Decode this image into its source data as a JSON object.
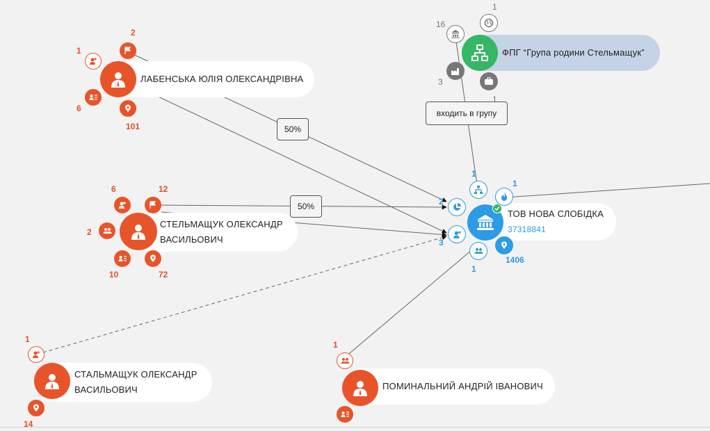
{
  "colors": {
    "person": "#e8542a",
    "company": "#2d9be5",
    "group": "#35b765",
    "gray_badge": "#777777",
    "edge": "#666666",
    "background": "#f2f2f2"
  },
  "nodes": {
    "labenska": {
      "name": "ЛАБЕНСЬКА ЮЛІЯ ОЛЕКСАНДРІВНА",
      "counts": {
        "person_add": "1",
        "flag": "2",
        "details": "6",
        "location": "101"
      },
      "icon": "person-icon"
    },
    "stelmashchuk_main": {
      "name_line1": "СТЕЛЬМАЩУК ОЛЕКСАНДР",
      "name_line2": "ВАСИЛЬОВИЧ",
      "counts": {
        "person_add": "6",
        "flag": "12",
        "relations": "2",
        "details": "10",
        "location": "72"
      },
      "icon": "person-icon"
    },
    "stalmashchuk": {
      "name_line1": "СТАЛЬМАЩУК ОЛЕКСАНДР",
      "name_line2": "ВАСИЛЬОВИЧ",
      "counts": {
        "person_add": "1",
        "location": "14"
      },
      "icon": "person-icon"
    },
    "pominalnyi": {
      "name": "ПОМИНАЛЬНИЙ АНДРІЙ ІВАНОВИЧ",
      "counts": {
        "relations": "1"
      },
      "icon": "person-icon"
    },
    "company": {
      "name": "ТОВ НОВА СЛОБІДКА",
      "code": "37318841",
      "counts": {
        "structure": "1",
        "fire": "1",
        "share_left": "2",
        "person_add": "3",
        "relations": "1",
        "location": "1406"
      },
      "icon": "bank-icon"
    },
    "group": {
      "name": "ФПГ “Група родини Стельмащук”",
      "counts": {
        "bank": "16",
        "globe": "1",
        "factory": "3",
        "briefcase": "1"
      },
      "icon": "hierarchy-icon"
    }
  },
  "edges": {
    "labenska_share": "50%",
    "stelmashchuk_share": "50%",
    "group_membership": "входить в групу"
  }
}
